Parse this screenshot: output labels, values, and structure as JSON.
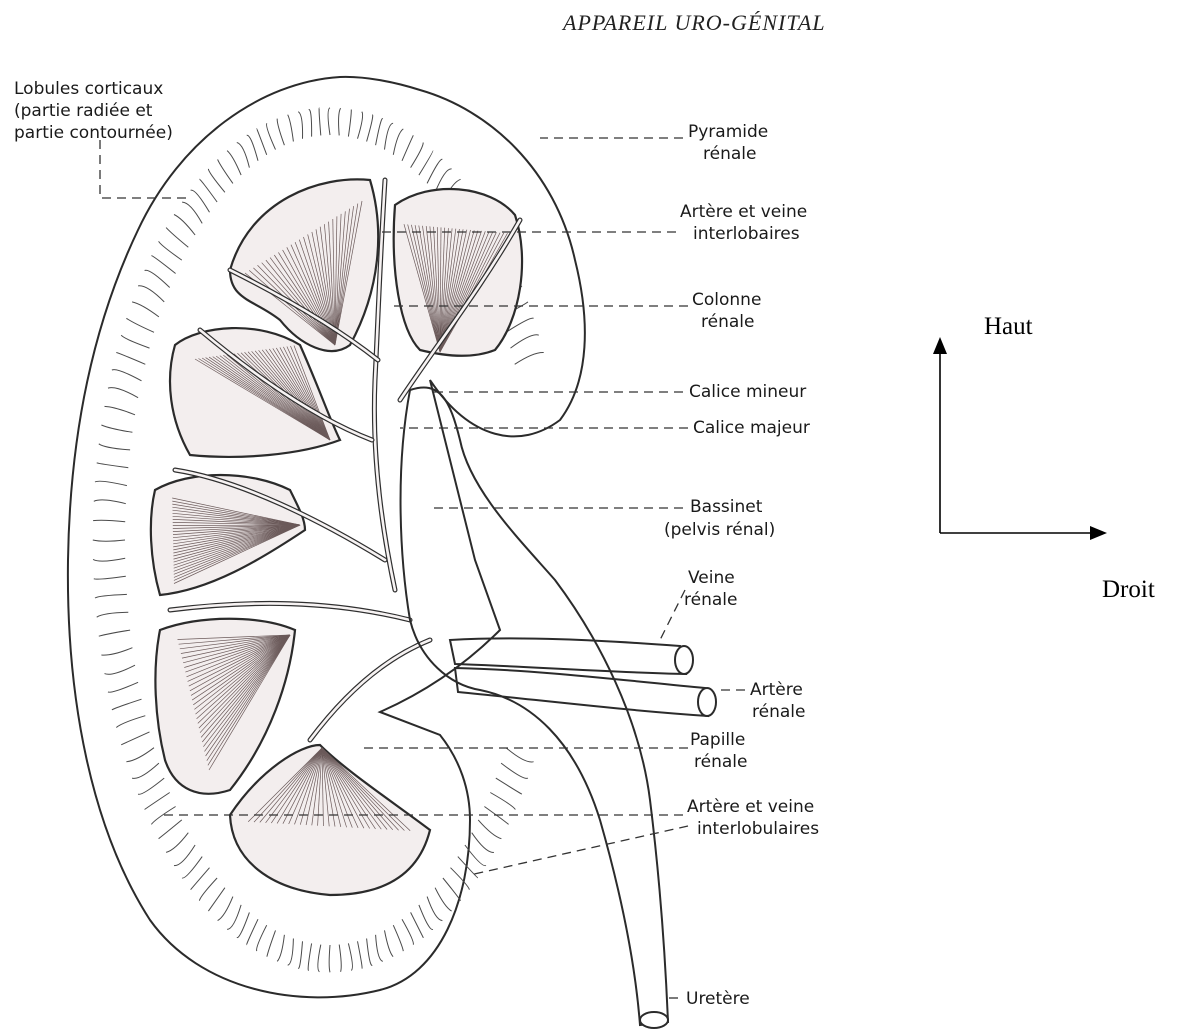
{
  "header": {
    "title": "APPAREIL URO-GÉNITAL"
  },
  "labels": {
    "lobules": [
      "Lobules corticaux",
      "(partie radiée et",
      "partie contournée)"
    ],
    "pyramide": [
      "Pyramide",
      "rénale"
    ],
    "art_veine_interlob": [
      "Artère et veine",
      "interlobaires"
    ],
    "colonne": [
      "Colonne",
      "rénale"
    ],
    "calice_mineur": "Calice mineur",
    "calice_majeur": "Calice majeur",
    "bassinet": [
      "Bassinet",
      "(pelvis rénal)"
    ],
    "veine_renale": [
      "Veine",
      "rénale"
    ],
    "artere_renale": [
      "Artère",
      "rénale"
    ],
    "papille": [
      "Papille",
      "rénale"
    ],
    "art_veine_interlobul": [
      "Artère et veine",
      "interlobulaires"
    ],
    "uretere": "Uretère"
  },
  "orientation": {
    "up_label": "Haut",
    "right_label": "Droit"
  },
  "colors": {
    "ink": "#2b2b2b",
    "pyramid_fill": "#f3eeee",
    "background": "#ffffff"
  }
}
